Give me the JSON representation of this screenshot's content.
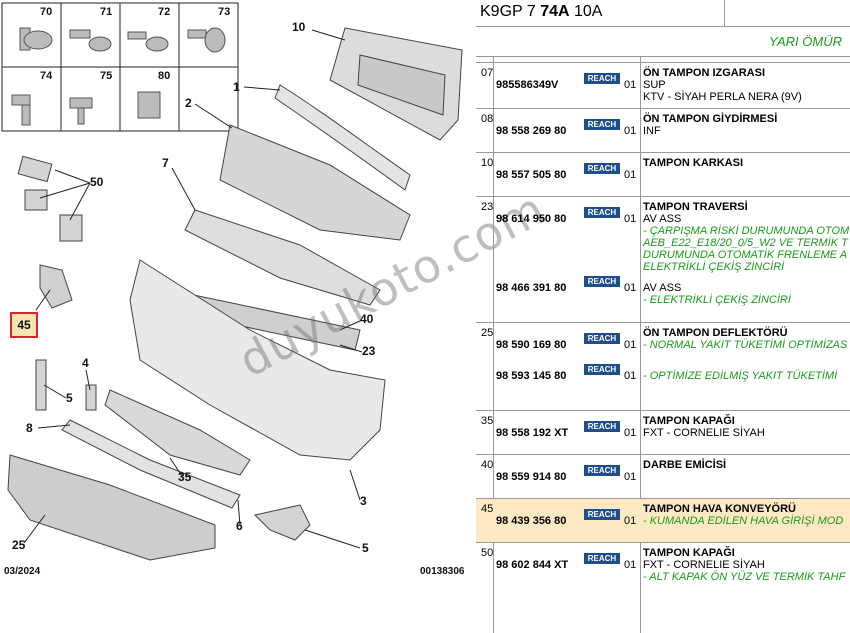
{
  "diagram": {
    "corner_label": "03/2024",
    "doc_number": "00138306",
    "highlighted_part": "45",
    "watermark": "duyukoto.com",
    "fastener_cells": [
      "70",
      "71",
      "72",
      "73",
      "74",
      "75",
      "80"
    ],
    "callouts": [
      "10",
      "1",
      "2",
      "7",
      "50",
      "45",
      "40",
      "23",
      "4",
      "5",
      "8",
      "35",
      "3",
      "6",
      "25",
      "5"
    ]
  },
  "header": {
    "code_prefix": "K9GP 7 ",
    "code_bold": "74A",
    "code_suffix": " 10A",
    "life_label": "YARI ÖMÜR"
  },
  "reach_label": "REACH",
  "rows": [
    {
      "num": "07",
      "ref": "985586349V",
      "qty": "01",
      "lines": [
        {
          "t": "title",
          "v": "ÖN TAMPON IZGARASI"
        },
        {
          "t": "plain",
          "v": "SUP"
        },
        {
          "t": "plain",
          "v": "KTV - SİYAH PERLA NERA (9V)"
        }
      ]
    },
    {
      "num": "08",
      "ref": "98 558 269 80",
      "qty": "01",
      "lines": [
        {
          "t": "title",
          "v": "ÖN TAMPON GİYDİRMESİ"
        },
        {
          "t": "plain",
          "v": "INF"
        }
      ]
    },
    {
      "num": "10",
      "ref": "98 557 505 80",
      "qty": "01",
      "lines": [
        {
          "t": "title",
          "v": "TAMPON KARKASI"
        }
      ]
    },
    {
      "num": "23",
      "ref": "98 614 950 80",
      "qty": "01",
      "lines": [
        {
          "t": "title",
          "v": "TAMPON TRAVERSİ"
        },
        {
          "t": "plain",
          "v": "AV ASS"
        },
        {
          "t": "green",
          "v": "- ÇARPIŞMA RİSKİ DURUMUNDA OTOM"
        },
        {
          "t": "green",
          "v": "AEB_E22_E18/20_0/5_W2 VE TERMİK T"
        },
        {
          "t": "green",
          "v": "DURUMUNDA OTOMATİK FRENLEME A"
        },
        {
          "t": "green",
          "v": "ELEKTRİKLİ ÇEKİŞ ZİNCİRİ"
        }
      ]
    },
    {
      "num": "",
      "ref": "98 466 391 80",
      "qty": "01",
      "lines": [
        {
          "t": "plain",
          "v": "AV ASS"
        },
        {
          "t": "green",
          "v": "- ELEKTRİKLİ ÇEKİŞ ZİNCİRİ"
        }
      ]
    },
    {
      "num": "25",
      "ref": "98 590 169 80",
      "qty": "01",
      "lines": [
        {
          "t": "title",
          "v": "ÖN TAMPON DEFLEKTÖRÜ"
        },
        {
          "t": "green",
          "v": "- NORMAL YAKIT TÜKETİMİ OPTİMİZAS"
        }
      ]
    },
    {
      "num": "",
      "ref": "98 593 145 80",
      "qty": "01",
      "lines": [
        {
          "t": "green",
          "v": "- OPTİMİZE EDİLMİŞ YAKIT TÜKETİMİ"
        }
      ]
    },
    {
      "num": "35",
      "ref": "98 558 192 XT",
      "qty": "01",
      "lines": [
        {
          "t": "title",
          "v": "TAMPON KAPAĞI"
        },
        {
          "t": "plain",
          "v": "FXT - CORNELIE SİYAH"
        }
      ]
    },
    {
      "num": "40",
      "ref": "98 559 914 80",
      "qty": "01",
      "lines": [
        {
          "t": "title",
          "v": "DARBE EMİCİSİ"
        }
      ]
    },
    {
      "num": "45",
      "ref": "98 439 356 80",
      "qty": "01",
      "highlight": true,
      "lines": [
        {
          "t": "title",
          "v": "TAMPON HAVA KONVEYÖRÜ"
        },
        {
          "t": "green",
          "v": "- KUMANDA EDİLEN HAVA GİRİŞİ MOD"
        }
      ]
    },
    {
      "num": "50",
      "ref": "98 602 844 XT",
      "qty": "01",
      "lines": [
        {
          "t": "title",
          "v": "TAMPON KAPAĞI"
        },
        {
          "t": "plain",
          "v": "FXT - CORNELIE SİYAH"
        },
        {
          "t": "green",
          "v": "- ALT KAPAK ÖN YÜZ VE TERMİK TAHF"
        }
      ]
    }
  ]
}
